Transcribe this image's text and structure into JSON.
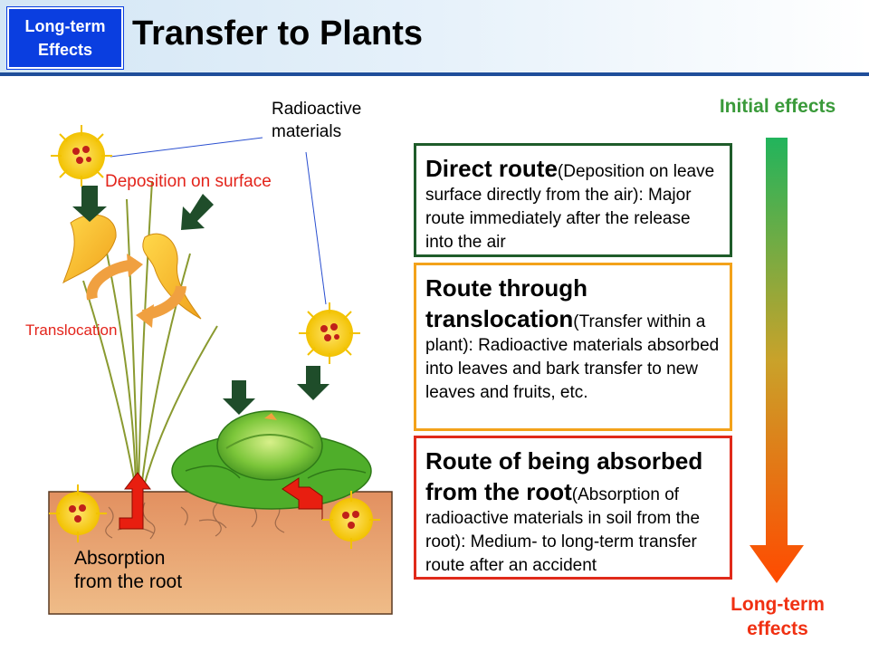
{
  "header": {
    "badge": "Long-term\nEffects",
    "title": "Transfer to Plants"
  },
  "illustration": {
    "label_radioactive": "Radioactive\nmaterials",
    "label_deposition": "Deposition on surface",
    "label_translocation": "Translocation",
    "label_absorption": "Absorption\nfrom the root",
    "colors": {
      "label_red": "#e3241b",
      "soil": "#e8a06a",
      "arrow_dark": "#1f4d2a"
    }
  },
  "routes": [
    {
      "head": "Direct route",
      "body": "(Deposition on leave surface directly from the air): Major route immediately after the release into the air"
    },
    {
      "head": "Route through translocation",
      "body": "(Transfer within a plant): Radioactive materials absorbed into leaves and bark transfer to new leaves and fruits, etc."
    },
    {
      "head": "Route of being absorbed from the root",
      "body": "(Absorption of radioactive materials in soil from the root): Medium- to long-term transfer route after an accident"
    }
  ],
  "timeline": {
    "top_label": "Initial effects",
    "bottom_label": "Long-term\neffects",
    "colors": {
      "top": "#21b45c",
      "middle": "#c9a22a",
      "bottom": "#ff4a00"
    }
  }
}
